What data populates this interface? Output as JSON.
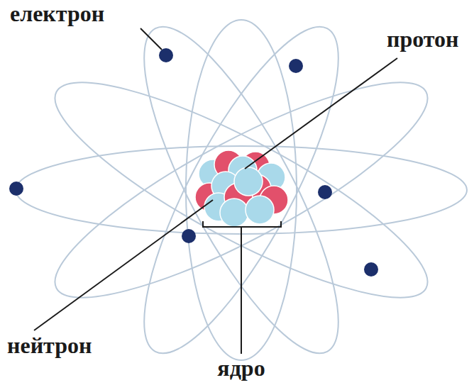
{
  "diagram": {
    "labels": [
      "електрон",
      "протон",
      "нейтрон",
      "ядро"
    ]
  }
}
